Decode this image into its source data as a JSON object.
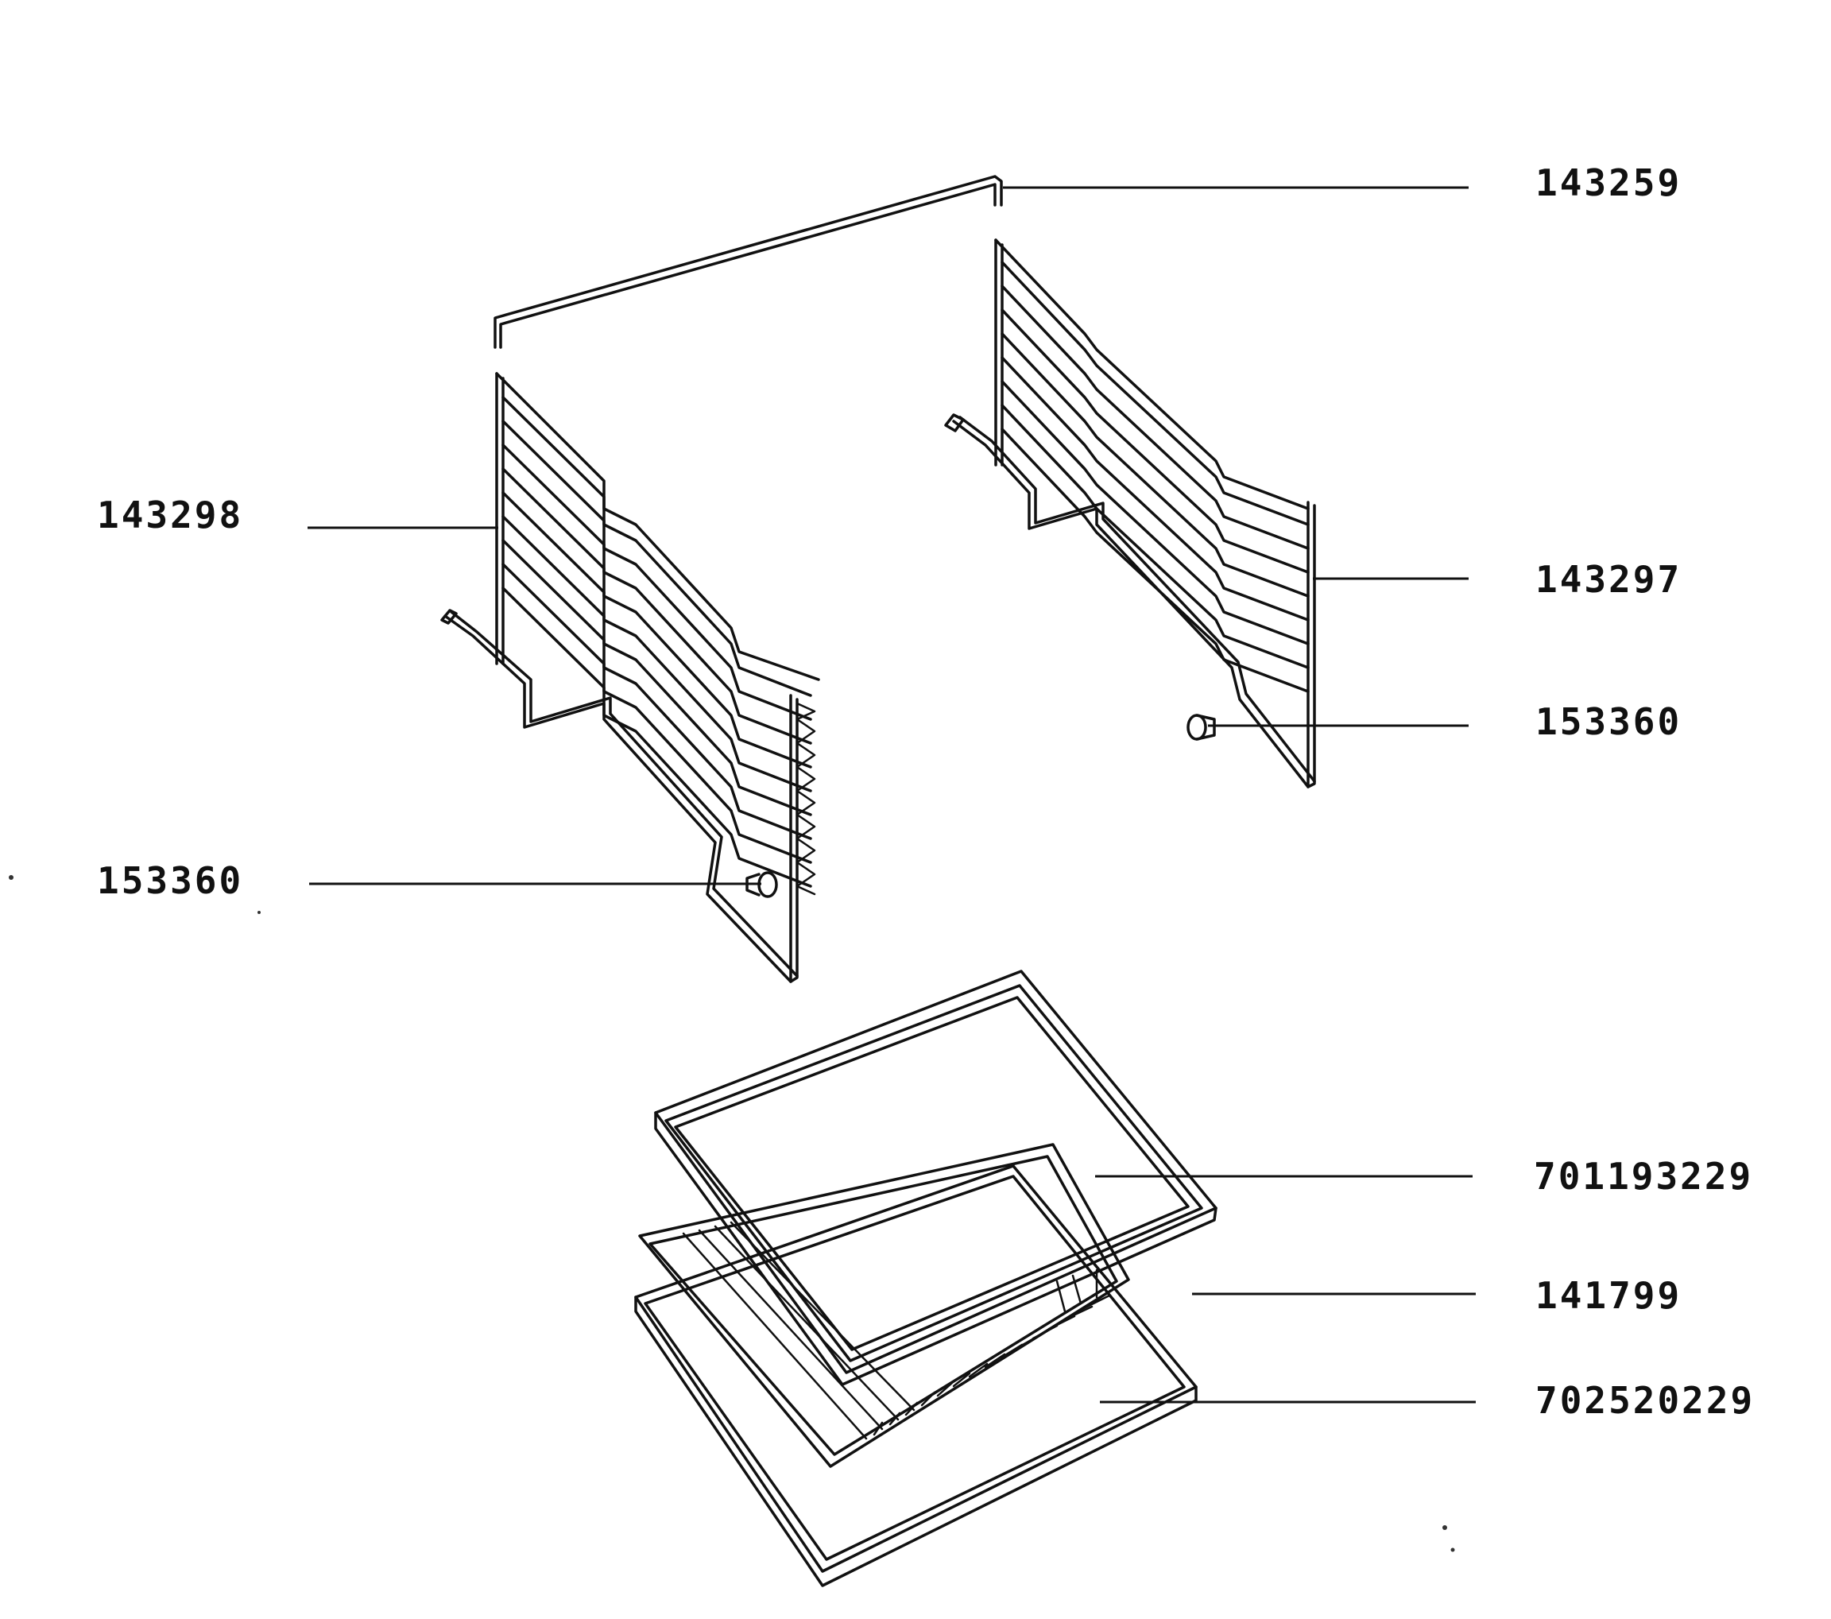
{
  "diagram": {
    "parts": [
      {
        "id": "top-rod",
        "number": "143259"
      },
      {
        "id": "left-side-rack",
        "number": "143298"
      },
      {
        "id": "right-side-rack",
        "number": "143297"
      },
      {
        "id": "right-rack-fixing-screw",
        "number": "153360"
      },
      {
        "id": "left-rack-fixing-screw",
        "number": "153360"
      },
      {
        "id": "enamel-tray",
        "number": "701193229"
      },
      {
        "id": "wire-shelf",
        "number": "141799"
      },
      {
        "id": "drip-pan",
        "number": "702520229"
      }
    ]
  }
}
